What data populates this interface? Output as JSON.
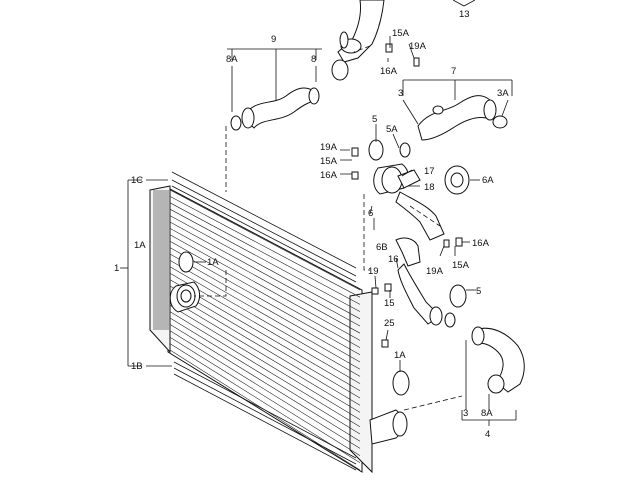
{
  "labels": {
    "l13": "13",
    "l9": "9",
    "l8A_top": "8A",
    "l8_top": "8",
    "l15A_top": "15A",
    "l19A_top": "19A",
    "l16A_top": "16A",
    "l7": "7",
    "l3_top": "3",
    "l3A": "3A",
    "l5_top": "5",
    "l5A": "5A",
    "l19A_mid": "19A",
    "l15A_mid": "15A",
    "l16A_mid": "16A",
    "l17": "17",
    "l18": "18",
    "l6A": "6A",
    "l6": "6",
    "l6B": "6B",
    "l16A_right": "16A",
    "l19A_right": "19A",
    "l15A_right": "15A",
    "l16_mid": "16",
    "l19_mid": "19",
    "l15_mid": "15",
    "l5_right": "5",
    "l1C": "1C",
    "l1A_left": "1A",
    "l1": "1",
    "l1A_inner": "1A",
    "l1B": "1B",
    "l25": "25",
    "l1A_bottom": "1A",
    "l3_bottom": "3",
    "l8A_bottom": "8A",
    "l4": "4"
  }
}
